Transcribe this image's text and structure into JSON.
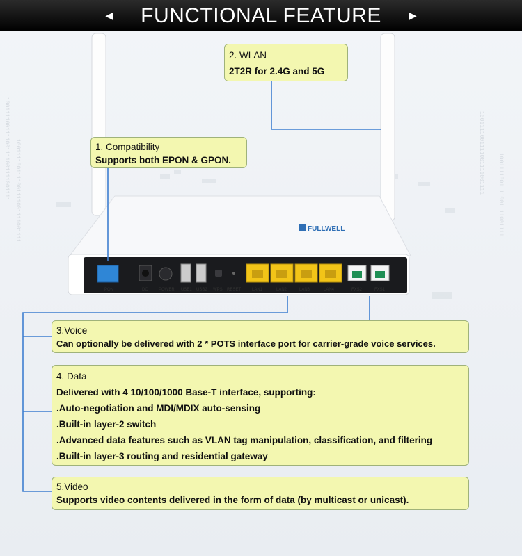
{
  "banner": {
    "title": "FUNCTIONAL FEATURE",
    "left_arrow": "◀",
    "right_arrow": "▶"
  },
  "colors": {
    "callout_bg": "#f3f7b0",
    "connector": "#3f7fd0",
    "banner_bg": "#111111"
  },
  "device": {
    "brand": "FULLWELL",
    "ports": {
      "pon": "PON",
      "dc": "DC",
      "power": "POWER",
      "usb1": "USB1",
      "usb2": "USB2",
      "wps": "WPS",
      "reset": "RESET",
      "lan1": "LAN1",
      "lan2": "LAN2",
      "lan3": "LAN3",
      "lan4": "LAN4",
      "fxs2": "FXS2",
      "fxs1": "FXS1"
    }
  },
  "callouts": {
    "wlan": {
      "title": "2. WLAN",
      "lines": [
        "2T2R for 2.4G and 5G"
      ]
    },
    "compat": {
      "title": "1. Compatibility",
      "lines": [
        "Supports both EPON & GPON."
      ]
    },
    "voice": {
      "title": "3.Voice",
      "lines": [
        "Can optionally be delivered with 2 * POTS interface port for carrier-grade voice services."
      ]
    },
    "data": {
      "title": "4. Data",
      "lines": [
        "Delivered with 4 10/100/1000 Base-T interface, supporting:",
        ".Auto-negotiation and MDI/MDIX auto-sensing",
        ".Built-in layer-2 switch",
        ".Advanced data features such as VLAN tag manipulation, classification, and filtering",
        ".Built-in layer-3 routing and residential gateway"
      ]
    },
    "video": {
      "title": "5.Video",
      "lines": [
        "Supports video contents delivered in the form of data (by multicast or unicast)."
      ]
    }
  }
}
